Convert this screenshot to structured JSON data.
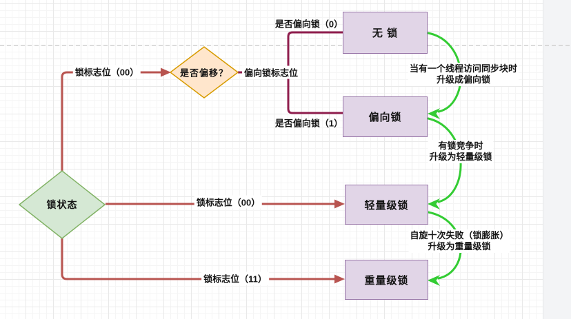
{
  "diagram": {
    "title_hint": "JVM lock state escalation flowchart",
    "colors": {
      "arrow_brick": "#b85450",
      "arrow_maroon": "#8f1d4d",
      "arrow_green": "#33cc33",
      "lock_box_fill": "#e1d5e7",
      "lock_box_border": "#9673a6",
      "state_diamond_fill": "#d5e8d4",
      "state_diamond_border": "#82b366",
      "decision_diamond_fill": "#ffe6cc",
      "decision_diamond_border": "#d79b00",
      "dashed_guide": "#bcbcbc",
      "canvas_bg": "#ffffff",
      "side_panel_bg": "#f3f4f6"
    }
  },
  "nodes": {
    "lock_state": {
      "label": "锁状态"
    },
    "is_biased": {
      "label": "是否偏移？"
    },
    "no_lock": {
      "label": "无 锁"
    },
    "biased_lock": {
      "label": "偏向锁"
    },
    "lightweight_lock": {
      "label": "轻量级锁"
    },
    "heavyweight_lock": {
      "label": "重量级锁"
    }
  },
  "edge_labels": {
    "flag_00_top": "锁标志位（00）",
    "flag_00_mid": "锁标志位（00）",
    "flag_11": "锁标志位（11）",
    "biased_flag": "偏向锁标志位",
    "is_biased_0": "是否偏向锁（0）",
    "is_biased_1": "是否偏向锁（1）"
  },
  "annotations": {
    "to_biased": {
      "line1": "当有一个线程访问同步块时",
      "line2": "升级成偏向锁"
    },
    "to_lightweight": {
      "line1": "有锁竞争时",
      "line2": "升级为轻量级锁"
    },
    "to_heavyweight": {
      "line1": "自旋十次失败（锁膨胀）",
      "line2": "升级为重量级锁"
    }
  }
}
